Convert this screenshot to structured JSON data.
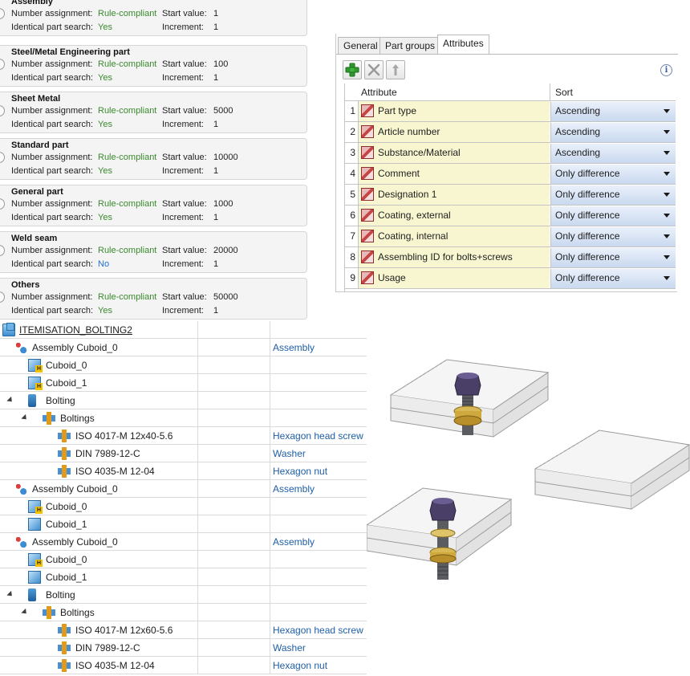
{
  "categories": [
    {
      "title": "Assembly",
      "number_assignment": "Rule-compliant",
      "start_value": "1",
      "identical_part_search": "Yes",
      "increment": "1"
    },
    {
      "title": "Steel/Metal Engineering part",
      "number_assignment": "Rule-compliant",
      "start_value": "100",
      "identical_part_search": "Yes",
      "increment": "1"
    },
    {
      "title": "Sheet Metal",
      "number_assignment": "Rule-compliant",
      "start_value": "5000",
      "identical_part_search": "Yes",
      "increment": "1"
    },
    {
      "title": "Standard part",
      "number_assignment": "Rule-compliant",
      "start_value": "10000",
      "identical_part_search": "Yes",
      "increment": "1"
    },
    {
      "title": "General part",
      "number_assignment": "Rule-compliant",
      "start_value": "1000",
      "identical_part_search": "Yes",
      "increment": "1"
    },
    {
      "title": "Weld seam",
      "number_assignment": "Rule-compliant",
      "start_value": "20000",
      "identical_part_search": "No",
      "increment": "1"
    },
    {
      "title": "Others",
      "number_assignment": "Rule-compliant",
      "start_value": "50000",
      "identical_part_search": "Yes",
      "increment": "1"
    }
  ],
  "category_labels": {
    "number_assignment": "Number assignment:",
    "identical_part_search": "Identical part search:",
    "start_value": "Start value:",
    "increment": "Increment:"
  },
  "dialog": {
    "tabs": [
      "General",
      "Part groups",
      "Attributes"
    ],
    "active_tab": "Attributes",
    "toolbar": [
      "add-icon",
      "delete-icon",
      "move-up-icon"
    ],
    "info_icon": "i",
    "columns": {
      "attribute": "Attribute",
      "sort": "Sort"
    },
    "rows": [
      {
        "num": "1",
        "attribute": "Part type",
        "sort": "Ascending"
      },
      {
        "num": "2",
        "attribute": "Article number",
        "sort": "Ascending"
      },
      {
        "num": "3",
        "attribute": "Substance/Material",
        "sort": "Ascending"
      },
      {
        "num": "4",
        "attribute": "Comment",
        "sort": "Only difference"
      },
      {
        "num": "5",
        "attribute": "Designation 1",
        "sort": "Only difference"
      },
      {
        "num": "6",
        "attribute": "Coating, external",
        "sort": "Only difference"
      },
      {
        "num": "7",
        "attribute": "Coating, internal",
        "sort": "Only difference"
      },
      {
        "num": "8",
        "attribute": "Assembling ID for bolts+screws",
        "sort": "Only difference"
      },
      {
        "num": "9",
        "attribute": "Usage",
        "sort": "Only difference"
      }
    ]
  },
  "tree": {
    "root": "ITEMISATION_BOLTING2",
    "rows": [
      {
        "name": "Assembly Cuboid_0",
        "type": "Assembly",
        "level": 1,
        "icon": "assembly-icon",
        "expander": false
      },
      {
        "name": "Cuboid_0",
        "type": "",
        "level": 2,
        "icon": "cuboid-icon",
        "expander": false
      },
      {
        "name": "Cuboid_1",
        "type": "",
        "level": 2,
        "icon": "cuboid-icon",
        "expander": false
      },
      {
        "name": "Bolting",
        "type": "",
        "level": 2,
        "icon": "bolting-icon",
        "expander": true
      },
      {
        "name": "Boltings",
        "type": "",
        "level": 3,
        "icon": "boltings-icon",
        "expander": true
      },
      {
        "name": "ISO 4017-M 12x40-5.6",
        "type": "Hexagon head screw",
        "level": 4,
        "icon": "bolt-icon",
        "expander": false
      },
      {
        "name": "DIN 7989-12-C",
        "type": "Washer",
        "level": 4,
        "icon": "bolt-icon",
        "expander": false
      },
      {
        "name": "ISO 4035-M 12-04",
        "type": "Hexagon nut",
        "level": 4,
        "icon": "bolt-icon",
        "expander": false
      },
      {
        "name": "Assembly Cuboid_0",
        "type": "Assembly",
        "level": 1,
        "icon": "assembly-icon",
        "expander": false
      },
      {
        "name": "Cuboid_0",
        "type": "",
        "level": 2,
        "icon": "cuboid-icon",
        "expander": false
      },
      {
        "name": "Cuboid_1",
        "type": "",
        "level": 2,
        "icon": "cuboid-plain-icon",
        "expander": false
      },
      {
        "name": "Assembly Cuboid_0",
        "type": "Assembly",
        "level": 1,
        "icon": "assembly-icon",
        "expander": false
      },
      {
        "name": "Cuboid_0",
        "type": "",
        "level": 2,
        "icon": "cuboid-icon",
        "expander": false
      },
      {
        "name": "Cuboid_1",
        "type": "",
        "level": 2,
        "icon": "cuboid-plain-icon",
        "expander": false
      },
      {
        "name": "Bolting",
        "type": "",
        "level": 2,
        "icon": "bolting-icon",
        "expander": true
      },
      {
        "name": "Boltings",
        "type": "",
        "level": 3,
        "icon": "boltings-icon",
        "expander": true
      },
      {
        "name": "ISO 4017-M 12x60-5.6",
        "type": "Hexagon head screw",
        "level": 4,
        "icon": "bolt-icon",
        "expander": false
      },
      {
        "name": "DIN 7989-12-C",
        "type": "Washer",
        "level": 4,
        "icon": "bolt-icon",
        "expander": false
      },
      {
        "name": "ISO 4035-M 12-04",
        "type": "Hexagon nut",
        "level": 4,
        "icon": "bolt-icon",
        "expander": false
      }
    ]
  },
  "colors": {
    "value_green": "#3a8a2e",
    "value_blue": "#1d6fd6",
    "attribute_bg": "#f8f6d0",
    "type_blue": "#1f5fa6",
    "root_red": "#c8102e"
  }
}
